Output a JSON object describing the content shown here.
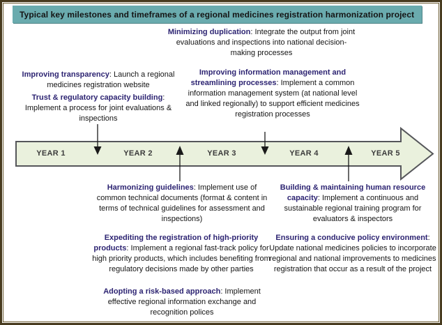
{
  "title": "Typical key milestones and timeframes of a regional medicines registration harmonization project",
  "colors": {
    "frame_border": "#473a1e",
    "title_bar_bg": "#6aabae",
    "heading_text": "#2d2472",
    "body_text": "#141414",
    "timeline_fill": "#eaf1dd",
    "timeline_stroke": "#55565a",
    "connector": "#1a1a1a"
  },
  "timeline": {
    "years": [
      "YEAR 1",
      "YEAR 2",
      "YEAR 3",
      "YEAR 4",
      "YEAR 5"
    ]
  },
  "milestones": {
    "top_center": {
      "title": "Minimizing duplication",
      "body": ": Integrate the output from joint evaluations and inspections into national decision-making processes"
    },
    "top_left_1": {
      "title": "Improving transparency",
      "body": ": Launch a regional medicines registration website"
    },
    "top_left_2": {
      "title": "Trust & regulatory capacity building",
      "body": ": Implement a process for joint evaluations & inspections"
    },
    "top_right": {
      "title": "Improving information management and streamlining processes",
      "body": ": Implement a common information management system (at national level and linked regionally) to support efficient medicines registration processes"
    },
    "bottom_left_1": {
      "title": "Harmonizing guidelines",
      "body": ": Implement use of common technical documents (format & content in terms of technical guidelines for assessment and inspections)"
    },
    "bottom_left_2": {
      "title": "Expediting the registration of high-priority products",
      "body": ": Implement a regional fast-track policy for high priority products, which includes benefiting from regulatory decisions made by other parties"
    },
    "bottom_left_3": {
      "title": "Adopting a risk-based approach",
      "body": ": Implement effective regional information exchange and recognition polices"
    },
    "bottom_right_1": {
      "title": "Building & maintaining human resource capacity",
      "body": ": Implement a continuous and sustainable regional training program for evaluators & inspectors"
    },
    "bottom_right_2": {
      "title": "Ensuring a conducive policy environment",
      "body": ": Update national medicines policies to incorporate regional and national improvements to medicines registration that occur as a result of the project"
    }
  }
}
